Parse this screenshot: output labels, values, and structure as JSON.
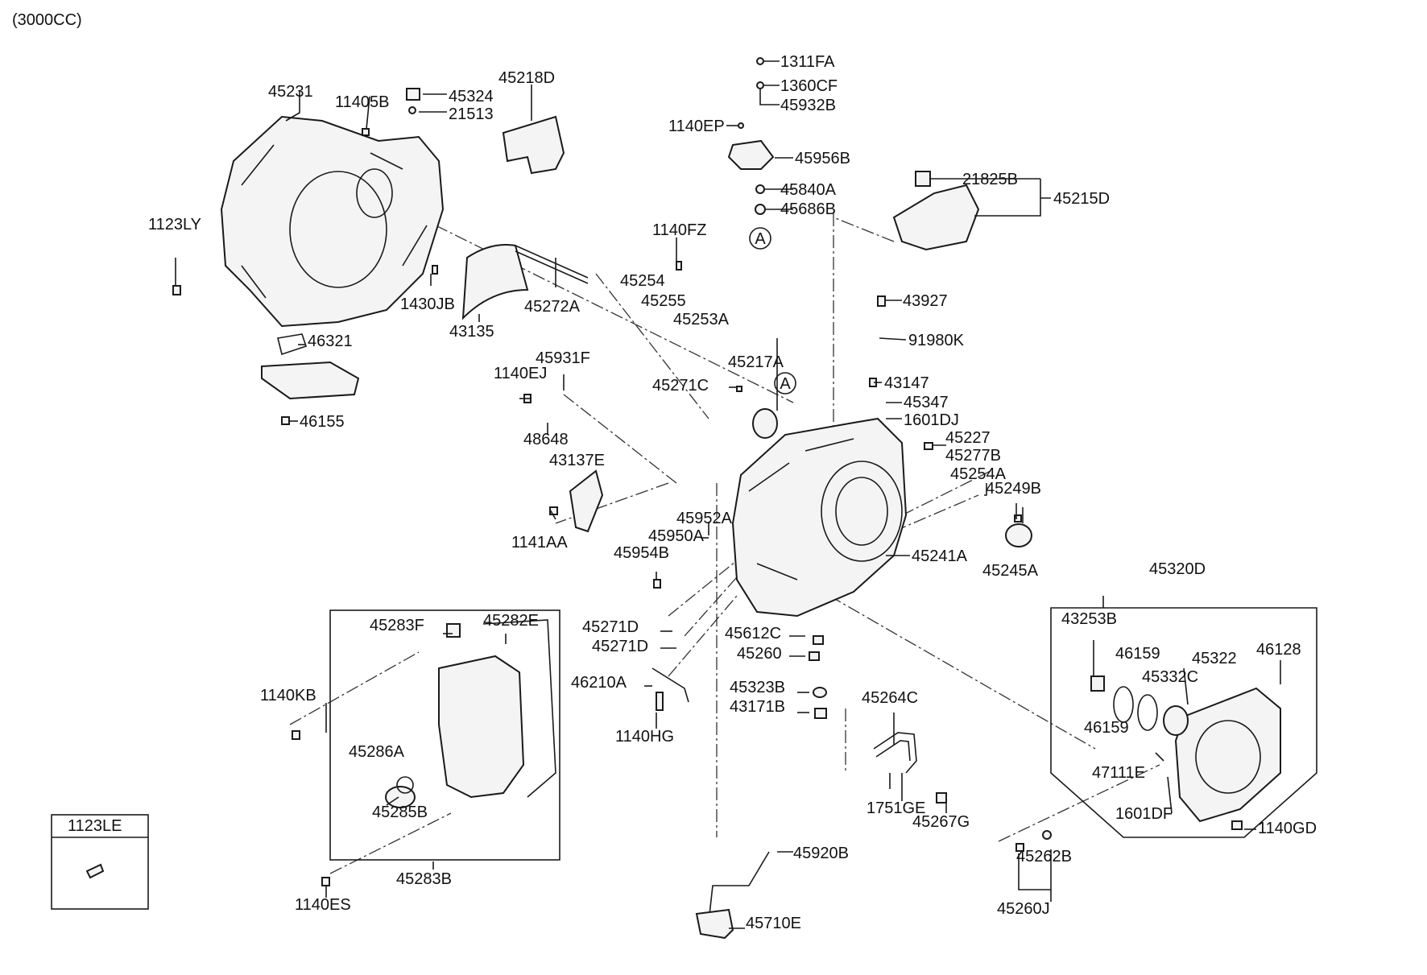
{
  "header": {
    "engine": "(3000CC)"
  },
  "labels": [
    "45231",
    "11405B",
    "45324",
    "21513",
    "45218D",
    "1311FA",
    "1360CF",
    "45932B",
    "1140EP",
    "45956B",
    "45840A",
    "45686B",
    "21825B",
    "45215D",
    "1123LY",
    "1140FZ",
    "45254",
    "45255",
    "45253A",
    "1430JB",
    "45272A",
    "43135",
    "43927",
    "91980K",
    "46321",
    "45931F",
    "1140EJ",
    "45217A",
    "45271C",
    "43147",
    "45347",
    "1601DJ",
    "46155",
    "48648",
    "45227",
    "45277B",
    "43137E",
    "45254A",
    "45249B",
    "45952A",
    "45950A",
    "1141AA",
    "45954B",
    "45241A",
    "45245A",
    "45320D",
    "45283F",
    "45282E",
    "45271D",
    "45271D",
    "45612C",
    "45260",
    "43253B",
    "46159",
    "45322",
    "46128",
    "45332C",
    "46210A",
    "45323B",
    "43171B",
    "1140KB",
    "45264C",
    "46159",
    "45286A",
    "1140HG",
    "47111E",
    "1751GE",
    "1601DF",
    "45267G",
    "1140GD",
    "45285B",
    "45920B",
    "45262B",
    "1123LE",
    "45283B",
    "1140ES",
    "45260J",
    "45710E"
  ],
  "callouts": [
    "A",
    "A"
  ]
}
